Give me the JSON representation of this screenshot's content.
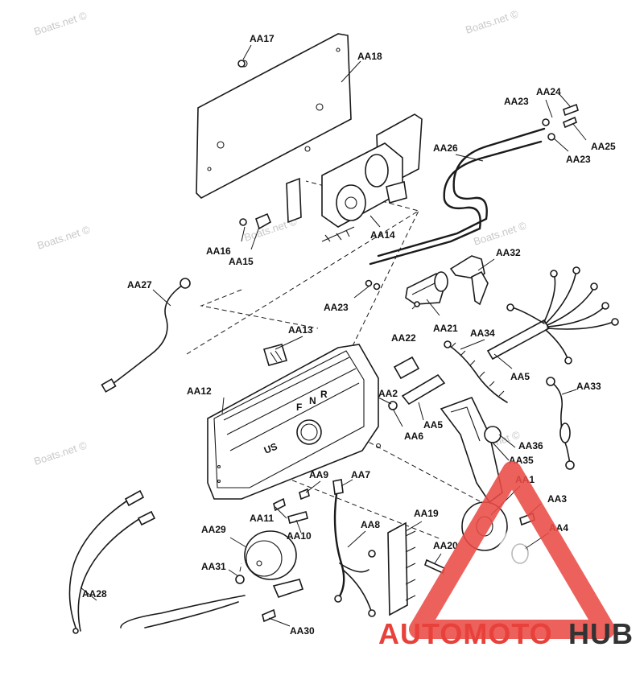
{
  "watermark": "Boats.net ©",
  "labels": {
    "AA1": "AA1",
    "AA2": "AA2",
    "AA3": "AA3",
    "AA4": "AA4",
    "AA5": "AA5",
    "AA6": "AA6",
    "AA7": "AA7",
    "AA8": "AA8",
    "AA9": "AA9",
    "AA10": "AA10",
    "AA11": "AA11",
    "AA12": "AA12",
    "AA13": "AA13",
    "AA14": "AA14",
    "AA15": "AA15",
    "AA16": "AA16",
    "AA17": "AA17",
    "AA18": "AA18",
    "AA19": "AA19",
    "AA20": "AA20",
    "AA21": "AA21",
    "AA22": "AA22",
    "AA23": "AA23",
    "AA24": "AA24",
    "AA25": "AA25",
    "AA26": "AA26",
    "AA27": "AA27",
    "AA28": "AA28",
    "AA29": "AA29",
    "AA30": "AA30",
    "AA31": "AA31",
    "AA32": "AA32",
    "AA33": "AA33",
    "AA34": "AA34",
    "AA35": "AA35",
    "AA36": "AA36"
  },
  "shift_letters": {
    "f": "F",
    "n": "N",
    "r": "R"
  },
  "box_brand": "US",
  "logo": {
    "part1": "AUTOMOTO",
    "part2": "HUB"
  },
  "colors": {
    "logo_red": "#e8413b",
    "logo_yellow": "#f5b63c",
    "logo_dark": "#333333",
    "triangle": "#ea4b45"
  }
}
